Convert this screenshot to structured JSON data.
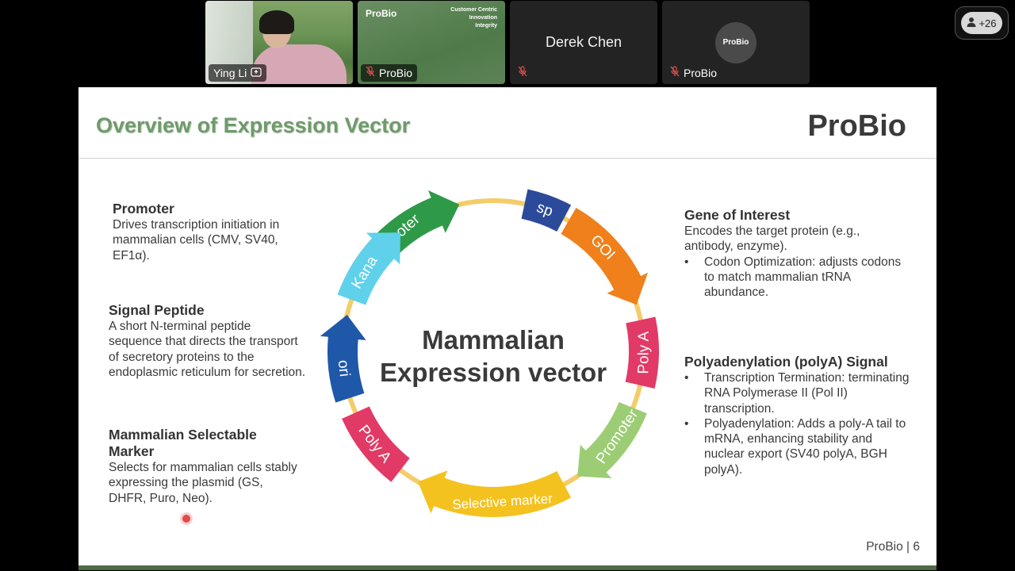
{
  "participants": {
    "ying": {
      "name": "Ying Li"
    },
    "probio_slide": {
      "name": "ProBio",
      "logo": "ProBio",
      "slogan": [
        "Customer Centric",
        "Innovation",
        "Integrity"
      ]
    },
    "derek": {
      "name": "Derek Chen"
    },
    "probio": {
      "name": "ProBio",
      "avatar_text": "ProBio"
    },
    "count": "+26"
  },
  "slide": {
    "title": "Overview of Expression Vector",
    "logo": "ProBio",
    "page": "ProBio | 6",
    "left": {
      "promoter": {
        "heading": "Promoter",
        "text": "Drives transcription initiation in mammalian cells (CMV, SV40, EF1α)."
      },
      "signal": {
        "heading": "Signal Peptide",
        "text": "A short N-terminal peptide sequence that directs the transport of secretory proteins to the endoplasmic reticulum for secretion."
      },
      "selectable": {
        "heading": "Mammalian Selectable Marker",
        "text": "Selects for mammalian cells stably expressing the plasmid (GS, DHFR, Puro, Neo)."
      }
    },
    "right": {
      "goi": {
        "heading": "Gene of Interest",
        "text": "Encodes the target protein (e.g., antibody, enzyme).",
        "bullets": [
          "Codon Optimization: adjusts codons to match mammalian tRNA abundance."
        ]
      },
      "polya": {
        "heading": "Polyadenylation (polyA) Signal",
        "bullets": [
          "Transcription Termination: terminating RNA Polymerase II (Pol II) transcription.",
          "Polyadenylation: Adds a poly-A tail to mRNA, enhancing stability and nuclear export (SV40 polyA, BGH polyA)."
        ]
      }
    },
    "diagram": {
      "center_line1": "Mammalian",
      "center_line2": "Expression vector",
      "segments": [
        {
          "label": "Promoter",
          "color": "#2e9a48"
        },
        {
          "label": "sp",
          "color": "#2b4a9a"
        },
        {
          "label": "GOI",
          "color": "#f0801c"
        },
        {
          "label": "Poly A",
          "color": "#e23a66"
        },
        {
          "label": "Promoter",
          "color": "#9ccd74"
        },
        {
          "label": "Selective marker",
          "color": "#f4c21e"
        },
        {
          "label": "Poly A",
          "color": "#e23a66"
        },
        {
          "label": "ori",
          "color": "#1f58a8"
        },
        {
          "label": "Kana",
          "color": "#5fd1ea"
        }
      ],
      "ring_color": "#f4cc6a"
    }
  }
}
